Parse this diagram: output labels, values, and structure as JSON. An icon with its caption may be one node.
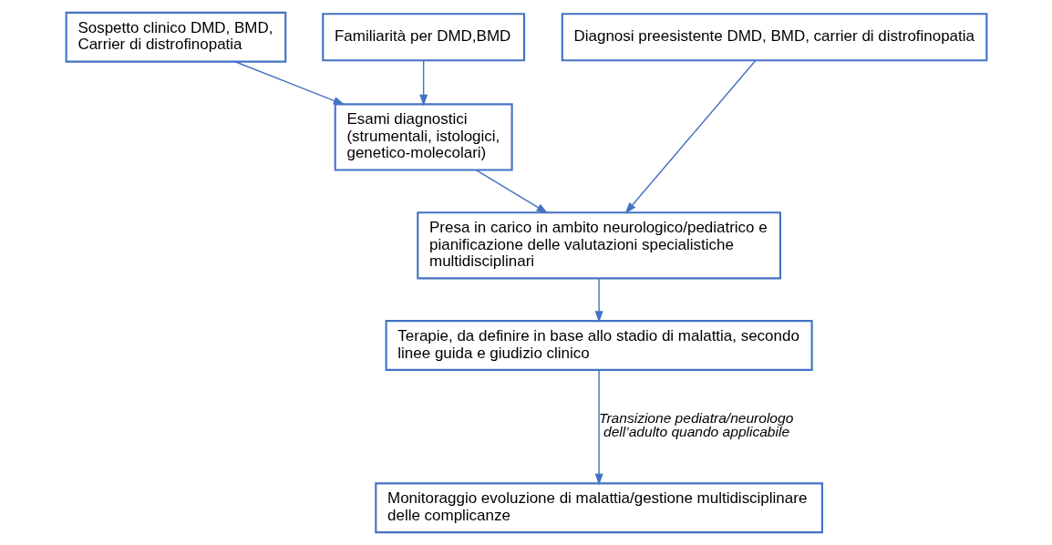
{
  "diagram": {
    "nodes": [
      {
        "text": [
          "Sospetto clinico DMD, BMD, Carrier di distrofinopatia"
        ]
      },
      {
        "text": [
          "Familiarità per DMD,BMD"
        ]
      },
      {
        "text": [
          "Diagnosi preesistente DMD, BMD, carrier di distrofinopatia"
        ]
      },
      {
        "text": [
          "Esami diagnostici (strumentali, istologici, genetico-molecolari)"
        ]
      },
      {
        "text": [
          "Presa in carico in ambito neurologico/pediatrico e pianificazione delle valutazioni specialistiche multidisciplinari"
        ]
      },
      {
        "text": [
          "Terapie, da definire in base allo stadio di malattia, secondo linee guida e giudizio clinico"
        ]
      },
      {
        "text": [
          "Monitoraggio evoluzione di malattia/gestione multidisciplinare delle complicanze"
        ]
      }
    ],
    "edges": [
      {
        "from": 0,
        "to": 3,
        "arrow": "to"
      },
      {
        "from": 1,
        "to": 3,
        "arrow": "to"
      },
      {
        "from": 3,
        "to": 4,
        "arrow": "to"
      },
      {
        "from": 2,
        "to": 4,
        "arrow": "to"
      },
      {
        "from": 4,
        "to": 5,
        "arrow": "to"
      },
      {
        "from": 5,
        "to": 6,
        "arrow": "to",
        "label": "Transizione pediatra/neurologo dell’adulto quando applicabile"
      }
    ]
  }
}
